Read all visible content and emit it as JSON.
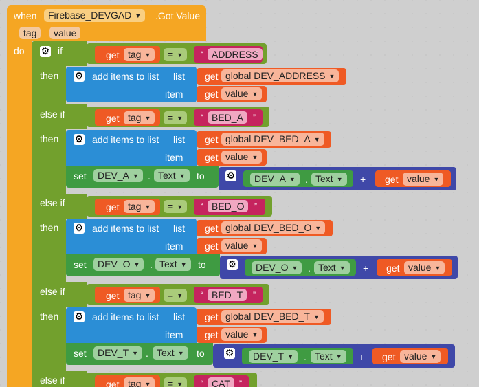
{
  "event": {
    "when": "when",
    "component": "Firebase_DEVGAD",
    "event_name": ".Got Value",
    "params": [
      "tag",
      "value"
    ],
    "do": "do"
  },
  "kw": {
    "if": "if",
    "then": "then",
    "else_if": "else if",
    "get": "get",
    "set": "set",
    "to": "to",
    "eq": "=",
    "plus": "+",
    "add_items": "add items to list",
    "list": "list",
    "item": "item"
  },
  "vars": {
    "tag": "tag",
    "value": "value"
  },
  "strings": [
    "ADDRESS",
    "BED_A",
    "BED_O",
    "BED_T",
    "CAT"
  ],
  "globals": [
    "global DEV_ADDRESS",
    "global DEV_BED_A",
    "global DEV_BED_O",
    "global DEV_BED_T"
  ],
  "components": [
    "DEV_A",
    "DEV_O",
    "DEV_T"
  ],
  "prop": ". Text",
  "prop_name": "Text",
  "colors": {
    "event": "#f5a623",
    "control": "#72a02d",
    "list": "#2b8ed6",
    "get": "#ef5a24",
    "text": "#c5245e",
    "component": "#3f9b42",
    "math": "#3f48a8"
  }
}
